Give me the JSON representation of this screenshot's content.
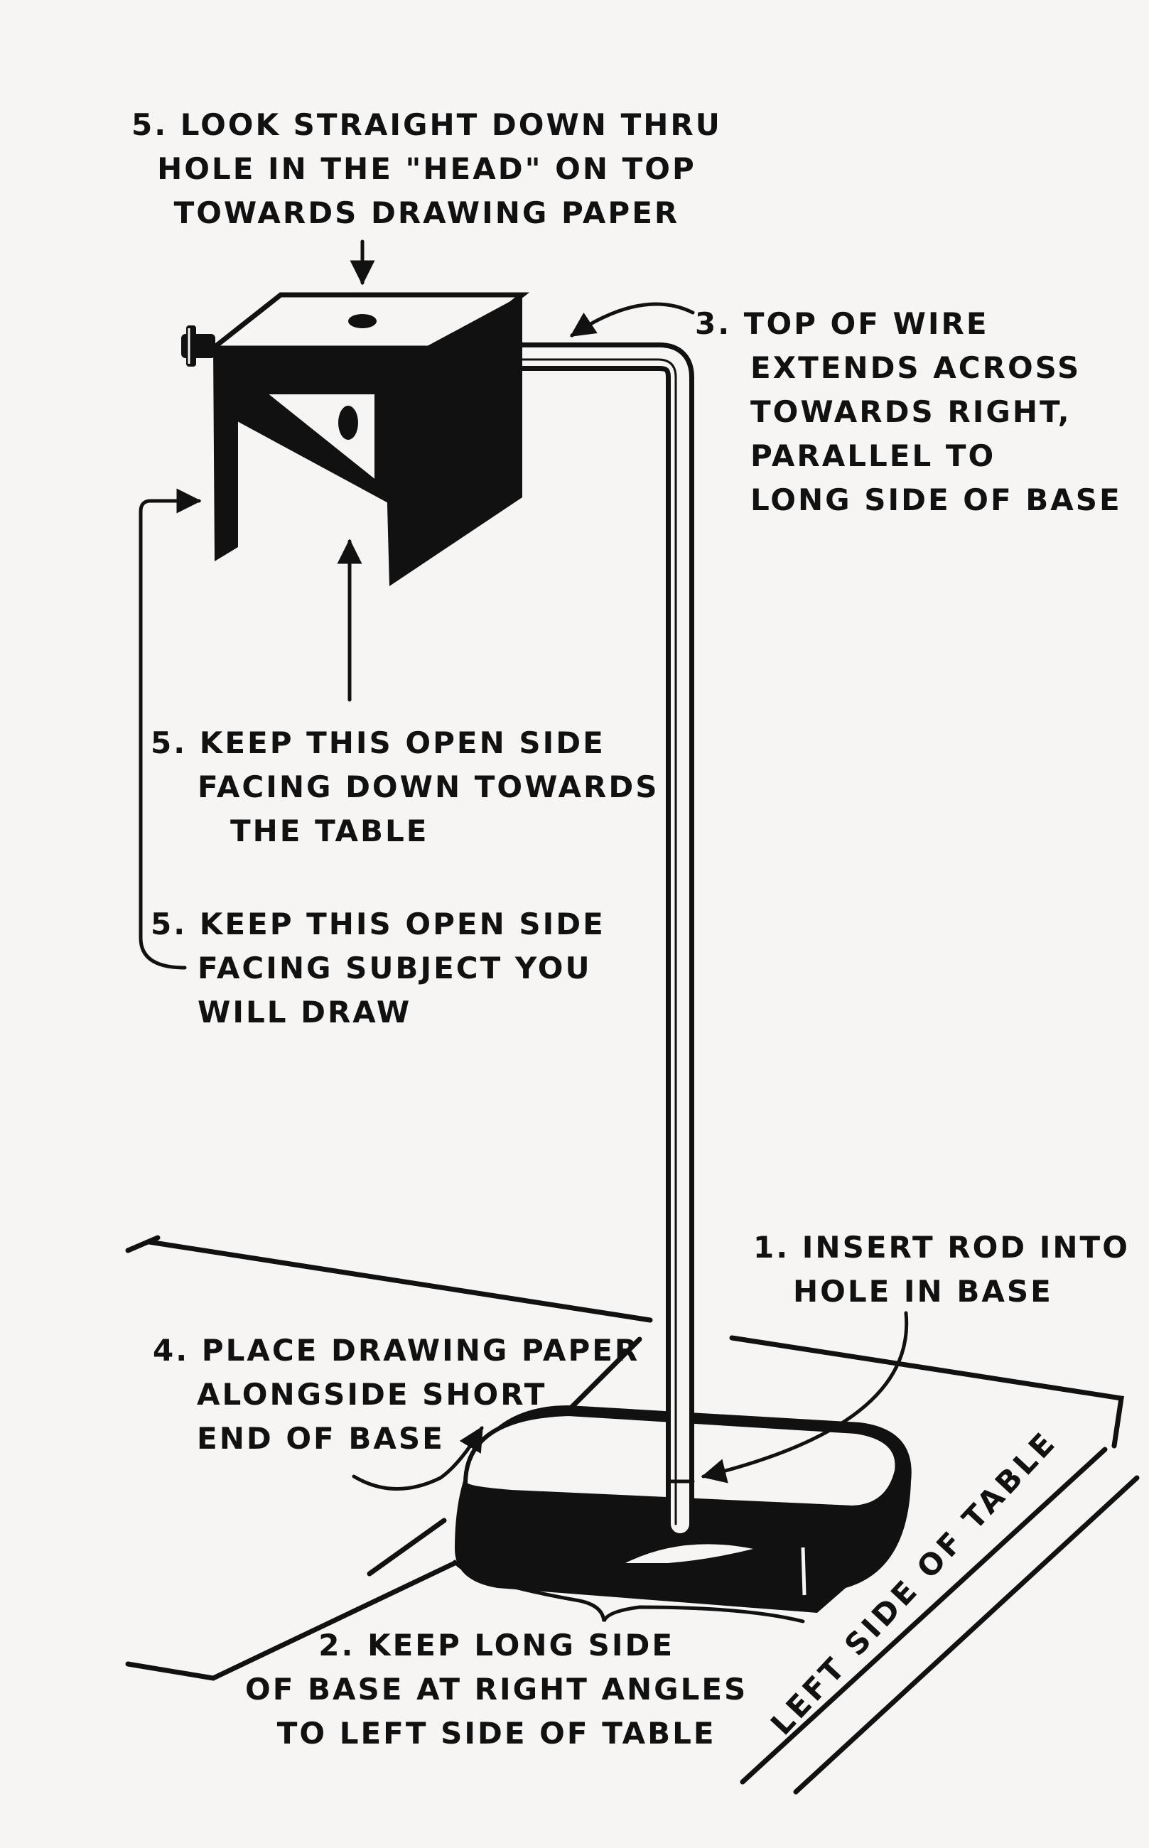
{
  "callouts": {
    "look_down": {
      "lines": [
        "5. Look straight down thru",
        "hole in the \"head\" on top",
        "towards drawing paper"
      ]
    },
    "wire_top": {
      "lines": [
        "3. Top of wire",
        "extends across",
        "towards right,",
        "parallel to",
        "long side of base"
      ]
    },
    "open_side_table": {
      "lines": [
        "5. Keep this open side",
        "facing down towards",
        "the table"
      ]
    },
    "open_side_subject": {
      "lines": [
        "5. Keep this open side",
        "facing subject you",
        "will draw"
      ]
    },
    "insert_rod": {
      "lines": [
        "1. Insert rod into",
        "hole in base"
      ]
    },
    "drawing_paper": {
      "lines": [
        "4. Place drawing paper",
        "alongside short",
        "end of base"
      ]
    },
    "base_angle": {
      "lines": [
        "2. Keep long side",
        "of base at right angles",
        "to left side of table"
      ]
    },
    "table_edge_label": "LEFT SIDE OF TABLE"
  },
  "colors": {
    "ink": "#111111",
    "paper": "#f6f5f3"
  }
}
